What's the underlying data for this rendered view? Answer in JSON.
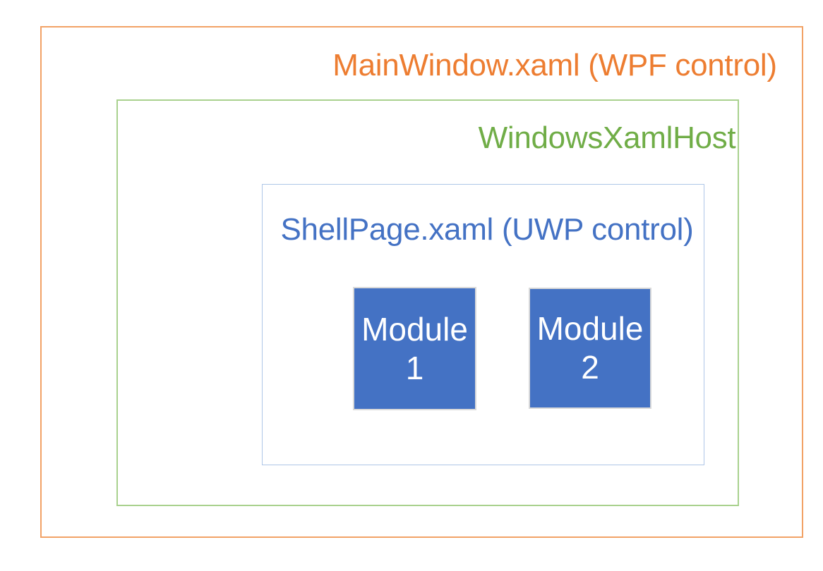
{
  "diagram": {
    "main_window": {
      "label": "MainWindow.xaml (WPF control)"
    },
    "xaml_host": {
      "label": "WindowsXamlHost"
    },
    "shell_page": {
      "label": "ShellPage.xaml (UWP control)"
    },
    "modules": [
      {
        "lines": [
          "Module",
          "1"
        ]
      },
      {
        "lines": [
          "Module",
          "2"
        ]
      }
    ]
  },
  "colors": {
    "main_window_text": "#ED7D31",
    "main_window_border": "#F2A266",
    "xaml_host_text": "#70AD47",
    "xaml_host_border": "#A9D18E",
    "shell_page_text": "#4472C4",
    "shell_page_border": "#AEC6E7",
    "module_fill": "#4472C4",
    "module_border": "#D9D9D9",
    "module_text": "#FFFFFF"
  }
}
